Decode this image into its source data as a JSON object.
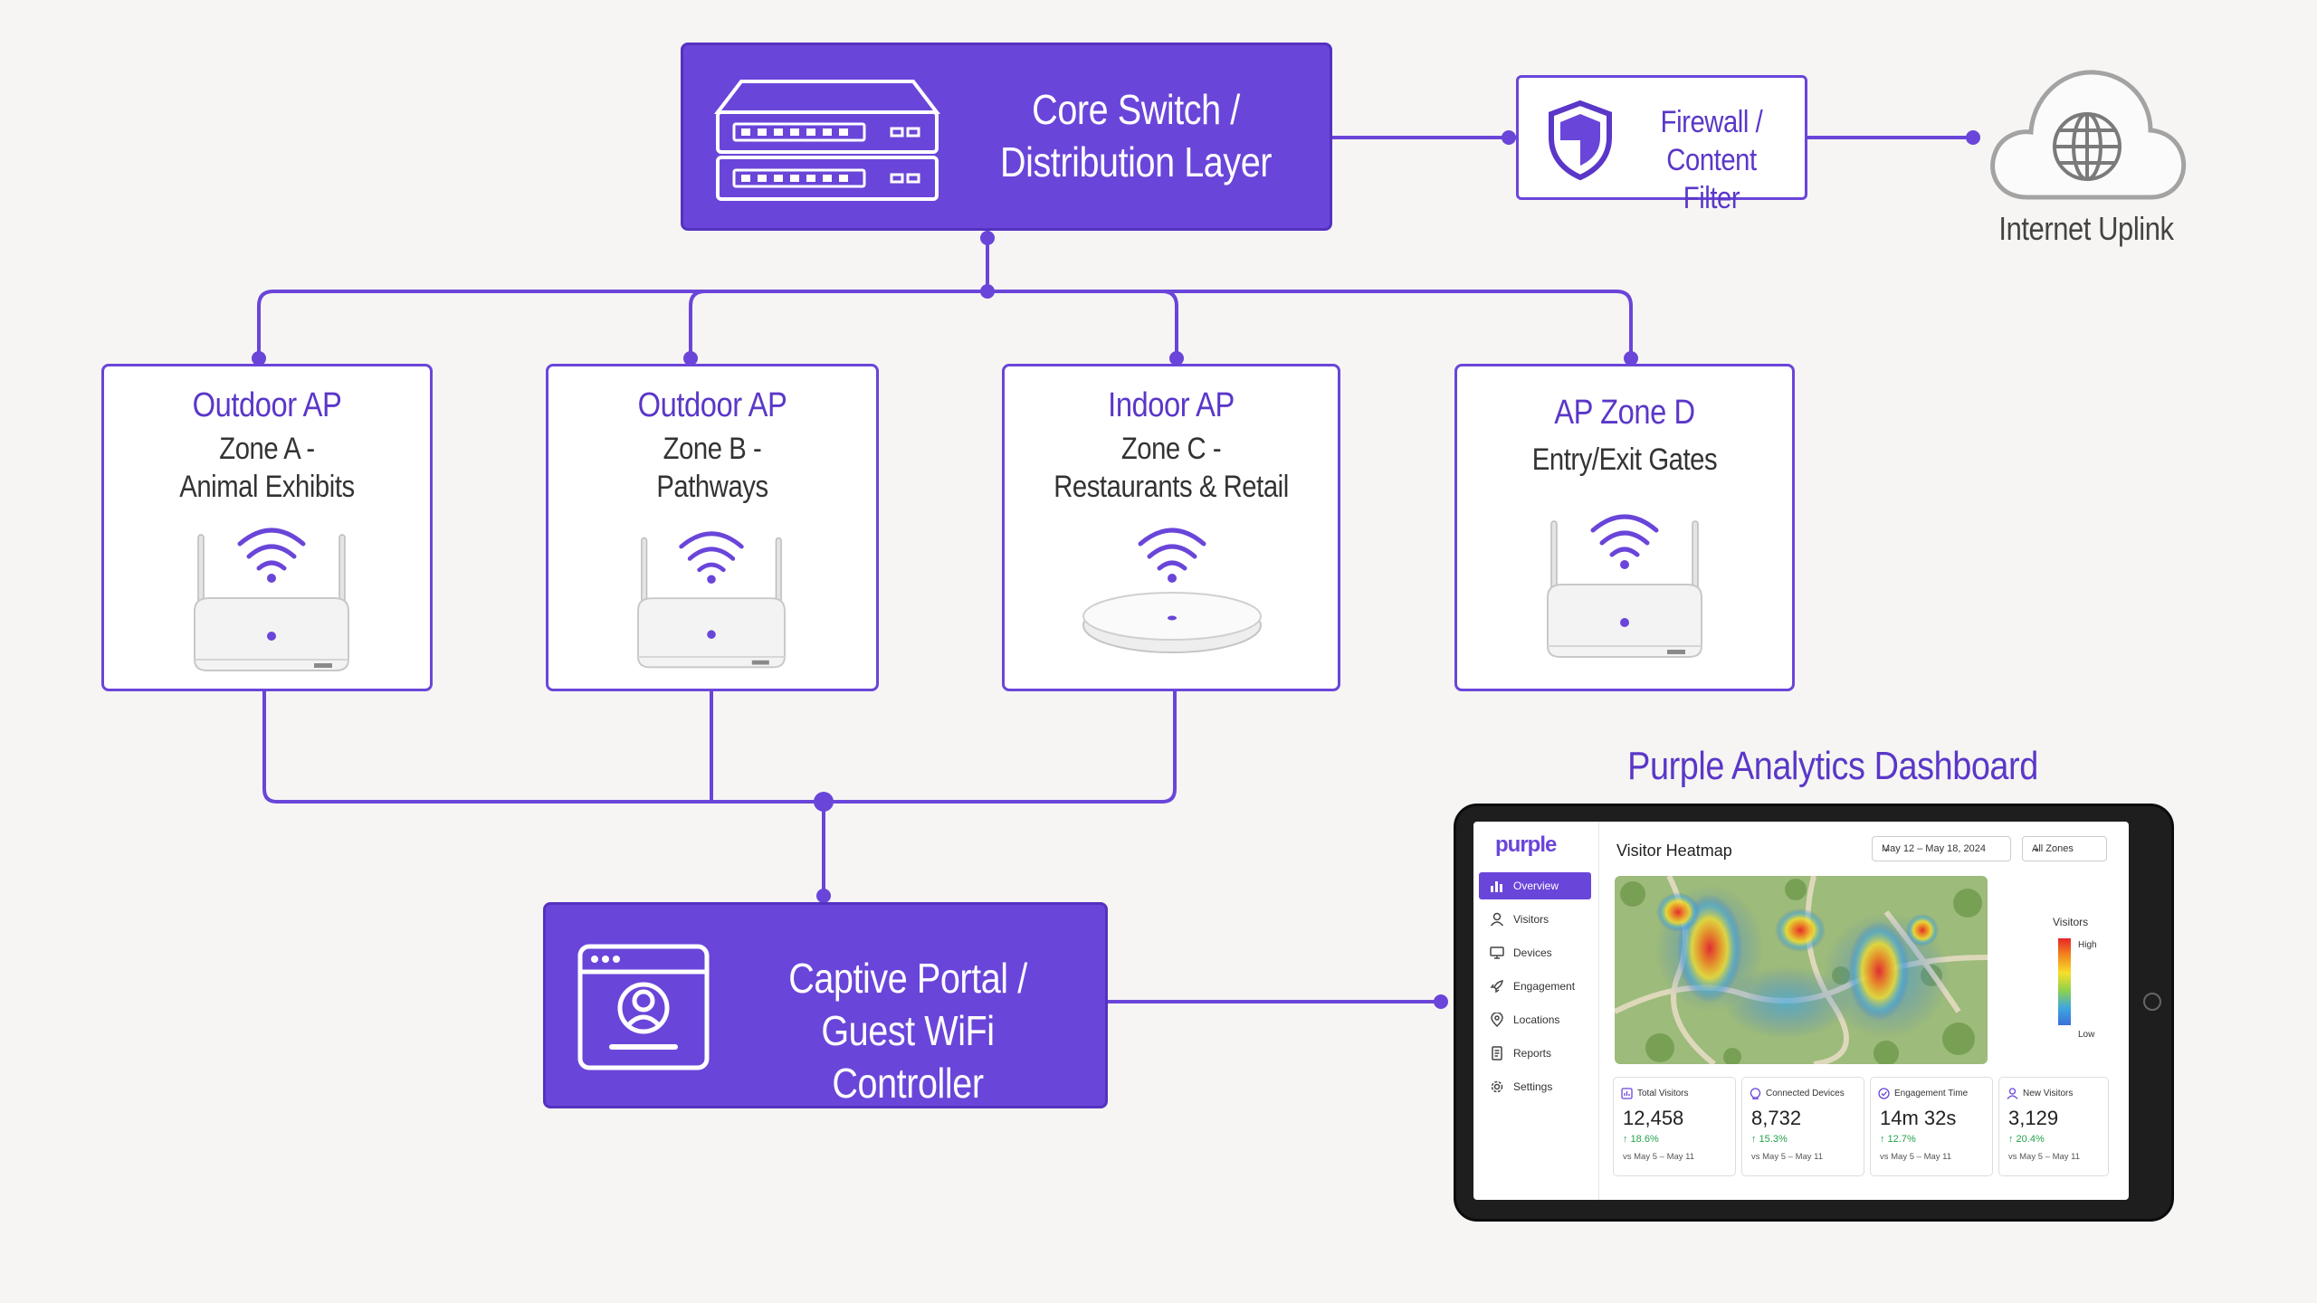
{
  "core": {
    "line1": "Core Switch /",
    "line2": "Distribution Layer"
  },
  "firewall": {
    "line1": "Firewall /",
    "line2": "Content Filter"
  },
  "internet": {
    "label": "Internet Uplink"
  },
  "aps": [
    {
      "title": "Outdoor AP",
      "line1": "Zone A -",
      "line2": "Animal Exhibits"
    },
    {
      "title": "Outdoor AP",
      "line1": "Zone B -",
      "line2": "Pathways"
    },
    {
      "title": "Indoor AP",
      "line1": "Zone C -",
      "line2": "Restaurants & Retail"
    },
    {
      "title": "AP Zone D",
      "line1": "Entry/Exit Gates",
      "line2": ""
    }
  ],
  "portal": {
    "line1": "Captive Portal /",
    "line2": "Guest WiFi Controller"
  },
  "dashboard": {
    "heading": "Purple Analytics Dashboard",
    "logo": "purple",
    "nav": [
      "Overview",
      "Visitors",
      "Devices",
      "Engagement",
      "Locations",
      "Reports",
      "Settings"
    ],
    "view_title": "Visitor Heatmap",
    "date_range": "May 12 – May 18, 2024",
    "zone_filter": "All Zones",
    "legend": {
      "title": "Visitors",
      "high": "High",
      "low": "Low"
    },
    "kpis": [
      {
        "label": "Total Visitors",
        "value": "12,458",
        "delta": "↑ 18.6%",
        "compare": "vs May 5 – May 11"
      },
      {
        "label": "Connected Devices",
        "value": "8,732",
        "delta": "↑ 15.3%",
        "compare": "vs May 5 – May 11"
      },
      {
        "label": "Engagement Time",
        "value": "14m 32s",
        "delta": "↑ 12.7%",
        "compare": "vs May 5 – May 11"
      },
      {
        "label": "New Visitors",
        "value": "3,129",
        "delta": "↑ 20.4%",
        "compare": "vs May 5 – May 11"
      }
    ]
  },
  "colors": {
    "accent": "#6a45d9",
    "positive": "#23a24d"
  }
}
